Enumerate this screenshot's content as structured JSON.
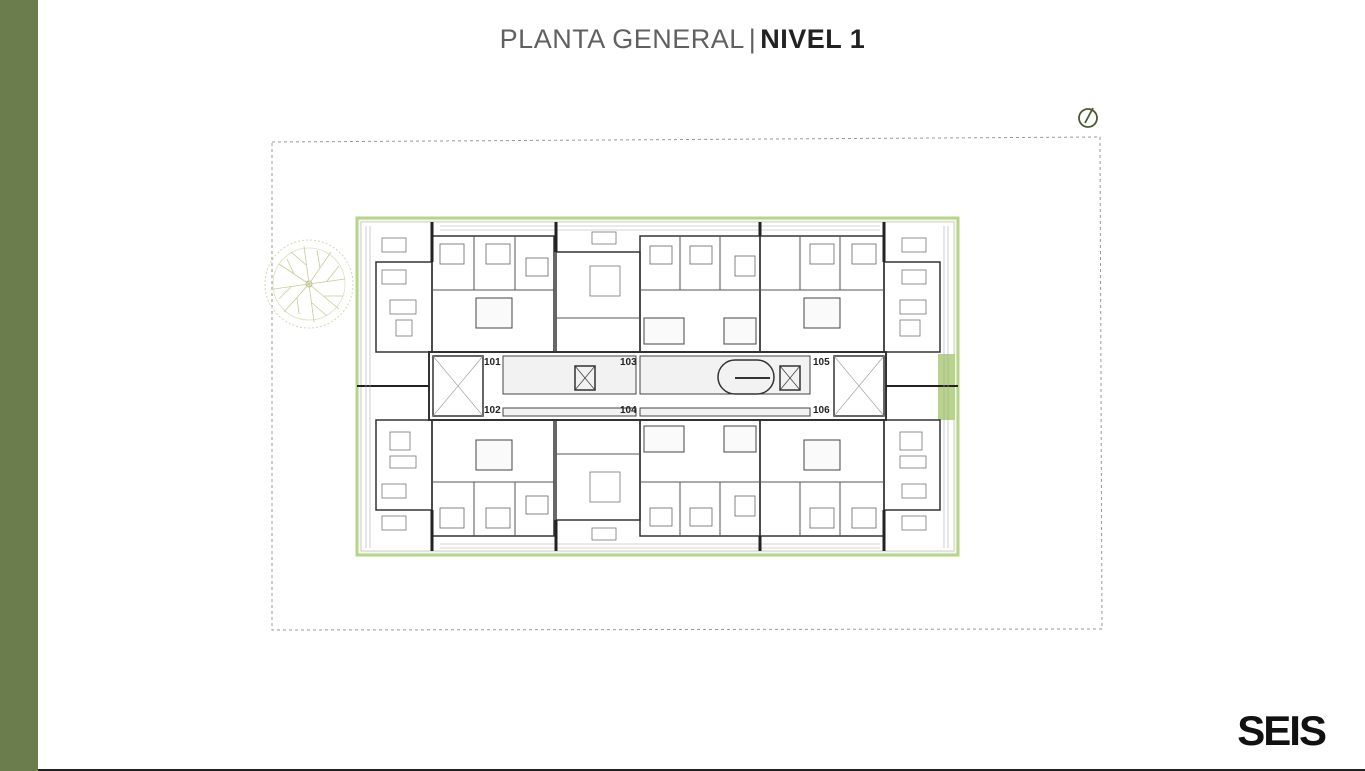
{
  "header": {
    "title_light": "PLANTA GENERAL",
    "separator": "|",
    "title_bold": "NIVEL 1"
  },
  "brand": {
    "logo": "SEIS",
    "accent_color": "#6b7d4c",
    "terrace_color": "#b8d38a"
  },
  "units": {
    "u101": "101",
    "u102": "102",
    "u103": "103",
    "u104": "104",
    "u105": "105",
    "u106": "106"
  },
  "icons": {
    "compass": "north-arrow-icon",
    "tree": "tree-icon"
  }
}
